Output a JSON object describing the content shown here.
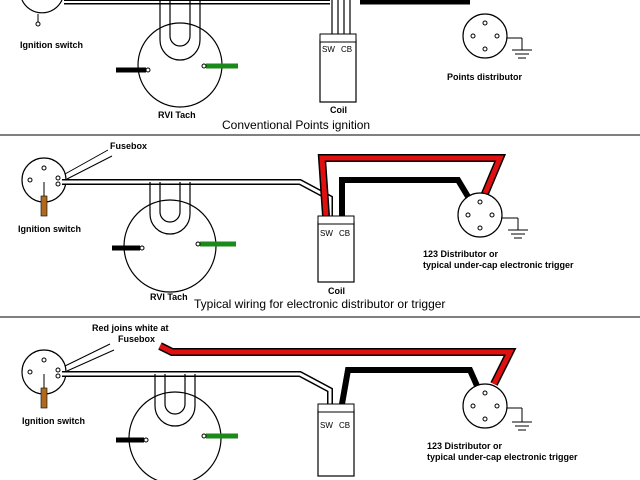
{
  "panel1": {
    "ignition_switch": "Ignition switch",
    "tach": "RVI Tach",
    "coil": "Coil",
    "coil_sw": "SW",
    "coil_cb": "CB",
    "distributor": "Points distributor",
    "title": "Conventional Points ignition"
  },
  "panel2": {
    "fusebox": "Fusebox",
    "ignition_switch": "Ignition switch",
    "tach": "RVI Tach",
    "coil": "Coil",
    "coil_sw": "SW",
    "coil_cb": "CB",
    "distributor_line1": "123 Distributor or",
    "distributor_line2": "typical under-cap electronic trigger",
    "title": "Typical wiring for electronic distributor or trigger"
  },
  "panel3": {
    "note_line1": "Red joins white at",
    "note_line2": "Fusebox",
    "ignition_switch": "Ignition switch",
    "coil_sw": "SW",
    "coil_cb": "CB",
    "distributor_line1": "123 Distributor or",
    "distributor_line2": "typical under-cap electronic trigger"
  },
  "colors": {
    "red_wire": "#e01010",
    "black_wire": "#000000",
    "green_wire": "#1a8a1a",
    "brown_key": "#b06a20"
  }
}
